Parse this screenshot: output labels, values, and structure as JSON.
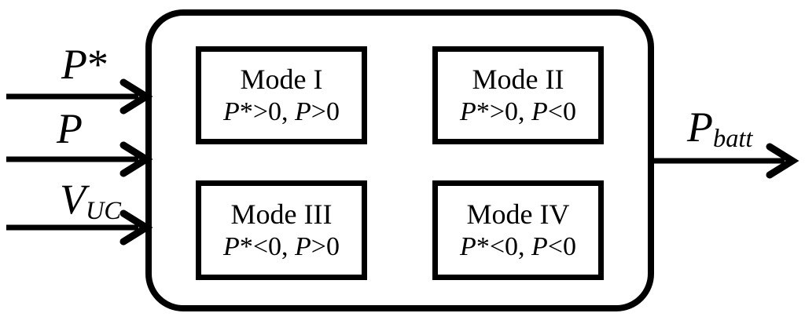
{
  "diagram": {
    "inputs": [
      {
        "symbol": "P",
        "suffix": "*",
        "subscript": ""
      },
      {
        "symbol": "P",
        "suffix": "",
        "subscript": ""
      },
      {
        "symbol": "V",
        "suffix": "",
        "subscript": "UC"
      }
    ],
    "output": {
      "symbol": "P",
      "suffix": "",
      "subscript": "batt"
    },
    "modes": [
      {
        "title": "Mode I",
        "cond": [
          "P",
          "*>0, ",
          "P",
          ">0"
        ]
      },
      {
        "title": "Mode II",
        "cond": [
          "P",
          "*>0, ",
          "P",
          "<0"
        ]
      },
      {
        "title": "Mode III",
        "cond": [
          "P",
          "*<0, ",
          "P",
          ">0"
        ]
      },
      {
        "title": "Mode IV",
        "cond": [
          "P",
          "*<0, ",
          "P",
          "<0"
        ]
      }
    ],
    "colors": {
      "line": "#000000",
      "background": "#ffffff"
    }
  }
}
